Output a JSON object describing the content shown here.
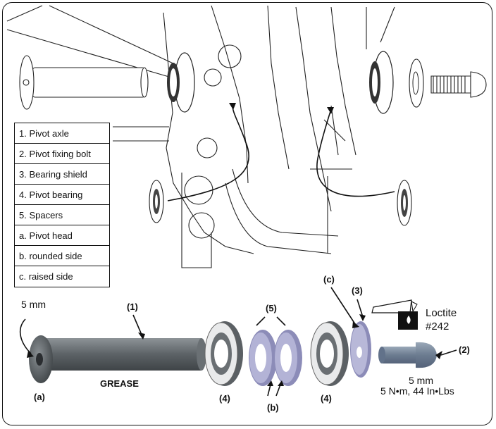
{
  "legend": {
    "items": [
      "1. Pivot axle",
      "2. Pivot fixing bolt",
      "3. Bearing shield",
      "4. Pivot bearing",
      "5. Spacers",
      "a. Pivot head",
      "b. rounded side",
      "c. raised side"
    ]
  },
  "callouts": {
    "five_mm_left": "5 mm",
    "axle": "(1)",
    "spacers": "(5)",
    "raised_side": "(c)",
    "shield": "(3)",
    "loctite_line1": "Loctite",
    "loctite_line2": "#242",
    "bolt": "(2)",
    "grease": "GREASE",
    "pivot_head": "(a)",
    "bearing_left": "(4)",
    "rounded_side": "(b)",
    "bearing_right": "(4)",
    "five_mm_right": "5 mm",
    "torque": "5 N•m, 44 In•Lbs"
  },
  "colors": {
    "line": "#111111",
    "part_gray": "#6e7478",
    "part_dark": "#4a4f53",
    "spacer_lilac": "#a9a9cf",
    "bolt_blue": "#7a8a9e"
  }
}
